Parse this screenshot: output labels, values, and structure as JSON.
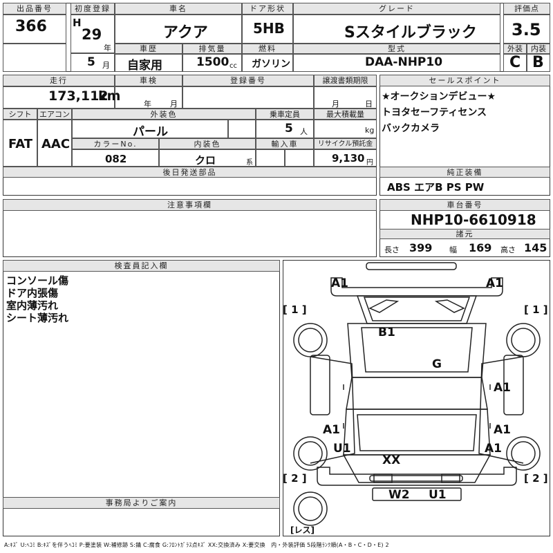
{
  "top": {
    "lot_no_label": "出品番号",
    "lot_no": "366",
    "first_reg_label": "初度登録",
    "era": "H",
    "year_value": "29",
    "year_unit": "年",
    "month_value": "5",
    "month_unit": "月",
    "car_name_label": "車名",
    "car_name": "アクア",
    "history_label": "車歴",
    "history": "自家用",
    "door_label": "ドア形状",
    "door": "5HB",
    "displacement_label": "排気量",
    "displacement": "1500",
    "displacement_unit": "cc",
    "fuel_label": "燃料",
    "fuel": "ガソリン",
    "grade_label": "グレード",
    "grade": "Sスタイルブラック",
    "model_label": "型式",
    "model": "DAA-NHP10",
    "score_label": "評価点",
    "score": "3.5",
    "ext_label": "外装",
    "ext": "C",
    "int_label": "内装",
    "int": "B"
  },
  "row2": {
    "mileage_label": "走行",
    "mileage": "173,112",
    "mileage_unit": "km",
    "inspection_label": "車検",
    "insp_year_unit": "年",
    "insp_month_unit": "月",
    "reg_no_label": "登録番号",
    "transfer_label": "譲渡書類期限",
    "transfer_month_unit": "月",
    "transfer_day_unit": "日",
    "shift_label": "シフト",
    "shift": "FAT",
    "ac_label": "エアコン",
    "ac": "AAC",
    "ext_color_label": "外装色",
    "ext_color": "パール",
    "capacity_label": "乗車定員",
    "capacity": "5",
    "capacity_unit": "人",
    "maxload_label": "最大積載量",
    "maxload_unit": "kg",
    "color_no_label": "カラーNo.",
    "color_no": "082",
    "int_color_label": "内装色",
    "int_color": "クロ",
    "int_color_unit": "系",
    "import_label": "輸入車",
    "recycle_label": "リサイクル預託金",
    "recycle": "9,130",
    "recycle_unit": "円",
    "later_parts_label": "後日発送部品"
  },
  "sales": {
    "label": "セールスポイント",
    "lines": [
      "★オークションデビュー★",
      "トヨタセーフティセンス",
      "バックカメラ"
    ]
  },
  "equip": {
    "label": "純正装備",
    "value": "ABS エアB PS PW"
  },
  "notes": {
    "label": "注意事項欄"
  },
  "chassis": {
    "label": "車台番号",
    "value": "NHP10-6610918",
    "spec_label": "諸元",
    "len_label": "長さ",
    "len": "399",
    "wid_label": "幅",
    "wid": "169",
    "hgt_label": "高さ",
    "hgt": "145"
  },
  "inspector": {
    "label": "検査員記入欄",
    "lines": [
      "コンソール傷",
      "ドア内張傷",
      "室内薄汚れ",
      "シート薄汚れ"
    ]
  },
  "office": {
    "label": "事務局よりご案内"
  },
  "diagram": {
    "marks": [
      "A1",
      "A1",
      "B1",
      "G",
      "A1",
      "A1",
      "U1",
      "A1",
      "A1",
      "XX",
      "W2",
      "U1"
    ],
    "br1": "[ 1 ]",
    "br2": "[ 2 ]",
    "bl1": "[ 1 ]",
    "bl2": "[ 2 ]",
    "less": "[レス]"
  },
  "legend": "A:ｷｽﾞ U:ﾍｺﾐ B:ｷｽﾞを伴うﾍｺﾐ P:要塗装 W:補修跡 S:錆 C:腐食 G:ﾌﾛﾝﾄｶﾞﾗｽ点ｷｽﾞ XX:交換済み X:要交換　内・外装評価 5段階ﾗﾝｸ順(A・B・C・D・E) 2"
}
